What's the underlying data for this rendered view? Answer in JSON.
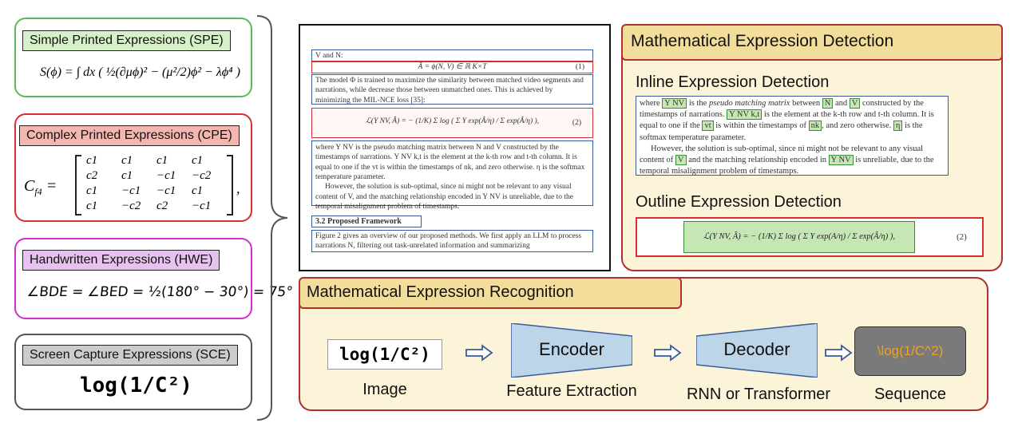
{
  "categories": {
    "spe": {
      "label": "Simple Printed Expressions (SPE)",
      "formula": "S(ϕ) = ∫ dx ( ½(∂μϕ)² − (μ²/2)ϕ² − λϕ⁴ )",
      "color": "#5cb85c",
      "fill": "#d6f0c8"
    },
    "cpe": {
      "label": "Complex Printed Expressions (CPE)",
      "color": "#d83030",
      "fill": "#f4b6b0",
      "lhs": "C",
      "sub": "f4",
      "matrix": [
        [
          "c1",
          "c1",
          "c1",
          "c1"
        ],
        [
          "c2",
          "c1",
          "−c1",
          "−c2"
        ],
        [
          "c1",
          "−c1",
          "−c1",
          "c1"
        ],
        [
          "c1",
          "−c2",
          "c2",
          "−c1"
        ]
      ]
    },
    "hwe": {
      "label": "Handwritten Expressions (HWE)",
      "formula": "∠BDE = ∠BED = ½(180° − 30°) = 75°",
      "color": "#d030d0",
      "fill": "#e8c2ee"
    },
    "sce": {
      "label": "Screen Capture Expressions (SCE)",
      "formula": "log(1/C²)",
      "color": "#555555",
      "fill": "#cccccc"
    }
  },
  "document": {
    "line1": "V and N:",
    "eq1": "Â = ϕ(N, V) ∈ ℝ K×T",
    "eq1_num": "(1)",
    "para1": "The model Φ is trained to maximize the similarity between matched video segments and narrations, while decrease those between unmatched ones. This is achieved by minimizing the MIL-NCE loss [35]:",
    "eq2": "ℒ(Y NV, Â) = − (1/K) Σ log ( Σ Y exp(Â/η) / Σ exp(Â/η) ),",
    "eq2_num": "(2)",
    "para2": "where Y NV is the pseudo matching matrix between N and V constructed by the timestamps of narrations. Y NV k,t is the element at the k-th row and t-th column. It is equal to one if the vt is within the timestamps of nk, and zero otherwise. η is the softmax temperature parameter.",
    "para3": "However, the solution is sub-optimal, since ni might not be relevant to any visual content of V, and the matching relationship encoded in Y NV is unreliable, due to the temporal misalignment problem of timestamps.",
    "heading": "3.2   Proposed Framework",
    "para4": "Figure 2 gives an overview of our proposed methods. We first apply an LLM to process narrations N, filtering out task-unrelated information and summarizing"
  },
  "detection": {
    "title": "Mathematical Expression Detection",
    "inline_title": "Inline Expression Detection",
    "inline_text": {
      "t1": "where ",
      "h1": "Y NV",
      "t2": " is the ",
      "t3": "pseudo matching matrix",
      "t4": " between ",
      "h2": "N",
      "t5": " and ",
      "h3": "V",
      "t6": " constructed by the timestamps of narrations. ",
      "h4": "Y NV k,t",
      "t7": " is the element at the k-th row and t-th column. It is equal to one if the ",
      "h5": "vt",
      "t8": " is within the timestamps of ",
      "h6": "nk",
      "t9": ", and zero otherwise. ",
      "h7": "η",
      "t10": " is the softmax temperature parameter.",
      "p2a": "However, the solution is sub-optimal, since ni might not be relevant to any visual content of ",
      "h8": "V",
      "p2b": " and the matching relationship encoded in ",
      "h9": "Y NV",
      "p2c": " is unreliable, due to the temporal misalignment problem of timestamps."
    },
    "outline_title": "Outline Expression Detection",
    "outline_eq": "ℒ(Y NV, Â) = − (1/K) Σ log ( Σ Y exp(A/η) / Σ exp(Â/η) ),",
    "outline_num": "(2)"
  },
  "recognition": {
    "title": "Mathematical Expression Recognition",
    "image_formula": "log(1/C²)",
    "encoder": "Encoder",
    "decoder": "Decoder",
    "sequence": "\\log(1/C^2)",
    "cap_image": "Image",
    "cap_feature": "Feature Extraction",
    "cap_rnn": "RNN or Transformer",
    "cap_sequence": "Sequence",
    "seq_color": "#f0a020"
  }
}
